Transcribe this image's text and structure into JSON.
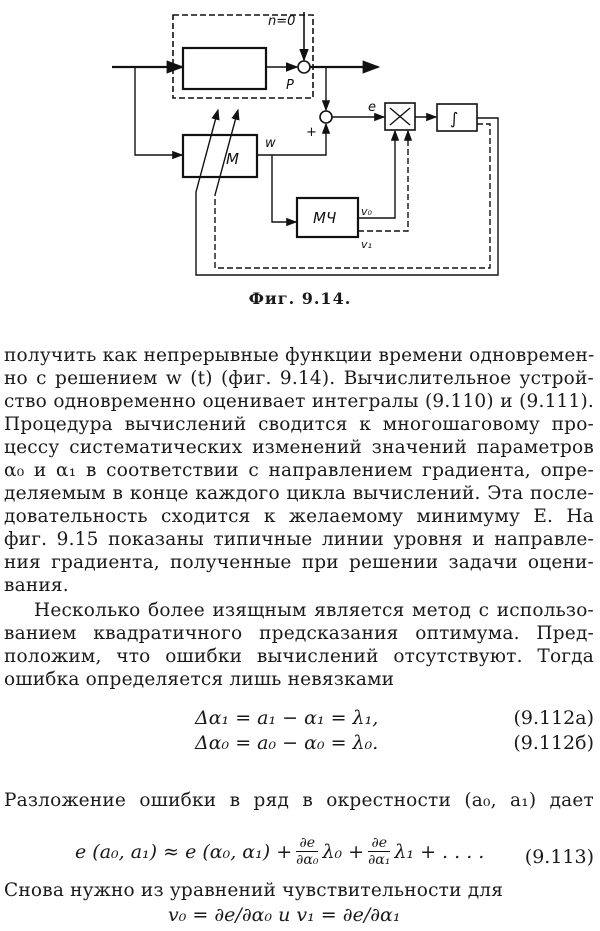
{
  "figure": {
    "caption": "Фиг. 9.14.",
    "labels": {
      "n": "n=0",
      "p": "P",
      "m": "M",
      "w": "w",
      "plus": "+",
      "e": "e",
      "mch": "МЧ",
      "v0": "v₀",
      "v1": "v₁",
      "mult": "×",
      "integ": "∫"
    }
  },
  "paragraph1": [
    "получить как непрерывные функции времени одновремен-",
    "но с решением w (t) (фиг. 9.14). Вычислительное устрой-",
    "ство одновременно оценивает интегралы (9.110) и (9.111).",
    "Процедура вычислений сводится к многошаговому про-",
    "цессу систематических изменений значений параметров",
    "α₀ и α₁ в соответствии с направлением градиента, опре-",
    "деляемым в конце каждого цикла вычислений. Эта после-",
    "довательность сходится к желаемому минимуму E. На",
    "фиг. 9.15 показаны типичные линии уровня и направле-",
    "ния градиента, полученные при решении задачи оцени-",
    "вания."
  ],
  "paragraph2": [
    "Несколько более изящным является метод с использо-",
    "ванием квадратичного предсказания оптимума. Пред-",
    "положим, что ошибки вычислений отсутствуют. Тогда",
    "ошибка определяется лишь невязками"
  ],
  "equations": [
    {
      "expr": "Δα₁ = a₁ − α₁ = λ₁,",
      "number": "(9.112а)"
    },
    {
      "expr": "Δα₀ = a₀ − α₀ = λ₀.",
      "number": "(9.112б)"
    }
  ],
  "paragraph3": "Разложение ошибки в ряд в окрестности (a₀, a₁) дает",
  "equation113": {
    "lhs": "e (a₀, a₁) ≈ e (α₀, α₁) +",
    "frac1_num": "∂e",
    "frac1_den": "∂α₀",
    "mid": "λ₀ +",
    "frac2_num": "∂e",
    "frac2_den": "∂α₁",
    "tail": "λ₁ + . . . .",
    "number": "(9.113)"
  },
  "paragraph4": "Снова нужно из уравнений чувствительности для",
  "equation_last": "v₀ = ∂e/∂α₀  и  v₁ = ∂e/∂α₁"
}
